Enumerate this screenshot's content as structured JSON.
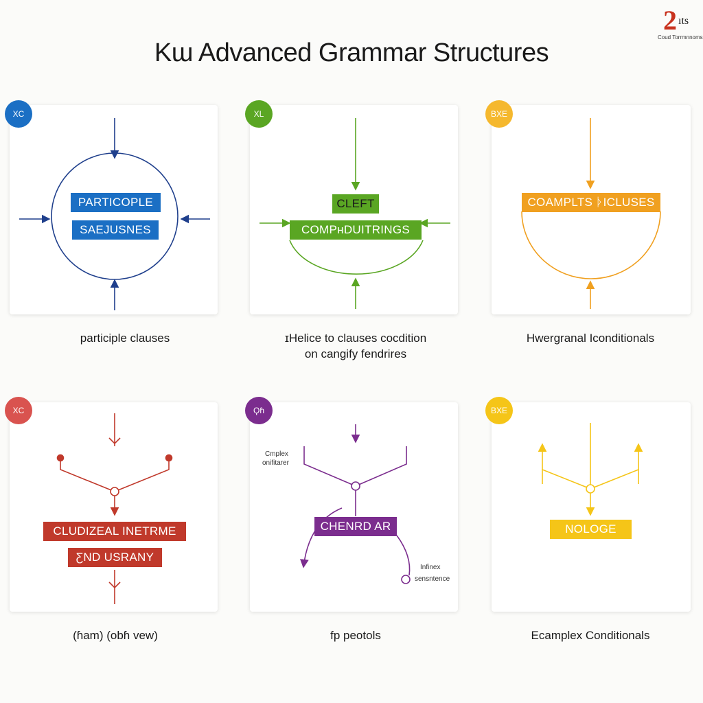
{
  "title": "Kɯ Advanced Grammar Structures",
  "logo": {
    "mark": "2",
    "mark_sub": "ıts",
    "tag": "Coud Torrmnnoms"
  },
  "colors": {
    "blue": "#1b6fc4",
    "navy": "#1f3f8c",
    "green": "#5aa623",
    "orange": "#f0a020",
    "gold": "#f5c518",
    "red": "#c0392b",
    "purple": "#7b2d8e"
  },
  "cards": [
    {
      "badge": "XC",
      "labels": [
        "PARTICOPLE",
        "SAEJUSNES"
      ],
      "caption_lines": [
        "participle clauses"
      ]
    },
    {
      "badge": "XL",
      "labels": [
        "CLEFT",
        "COMPʜDUITRINGS"
      ],
      "caption_lines": [
        "ɪHelice to clauses cocdition",
        "on cangify fendrires"
      ]
    },
    {
      "badge": "BXE",
      "labels": [
        "COAMPLTS ᚦICLUSES"
      ],
      "caption_lines": [
        "Hwergranal Iconditionals"
      ]
    },
    {
      "badge": "XC",
      "labels": [
        "CLUDIZEAL INETRME",
        "ƸND USRANY"
      ],
      "caption_lines": [
        "(ɦam) (obɦ vew)"
      ]
    },
    {
      "badge": "Ϙɦ",
      "labels": [
        "CHENRD AR"
      ],
      "notes": [
        "Cmplex",
        "onifitarer",
        "Infinex",
        "sensntence"
      ],
      "caption_lines": [
        "fp peotols"
      ]
    },
    {
      "badge": "BXE",
      "labels": [
        "NOLOGE"
      ],
      "caption_lines": [
        "Ecamplex Conditionals"
      ]
    }
  ]
}
